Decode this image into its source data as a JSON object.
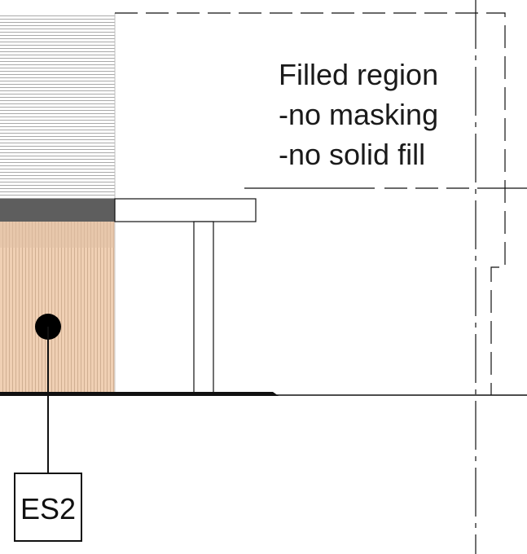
{
  "annotation": {
    "lines": [
      "Filled region",
      "-no masking",
      "-no solid fill"
    ]
  },
  "tag": {
    "label": "ES2"
  },
  "colors": {
    "line": "#111111",
    "hatch_lines": "#a9a9a9",
    "dark_band": "#5e5e5e",
    "wood_fill": "#f0d0b4",
    "wood_top_band": "#e0c0a4",
    "wood_lines": "#c9a78a"
  }
}
